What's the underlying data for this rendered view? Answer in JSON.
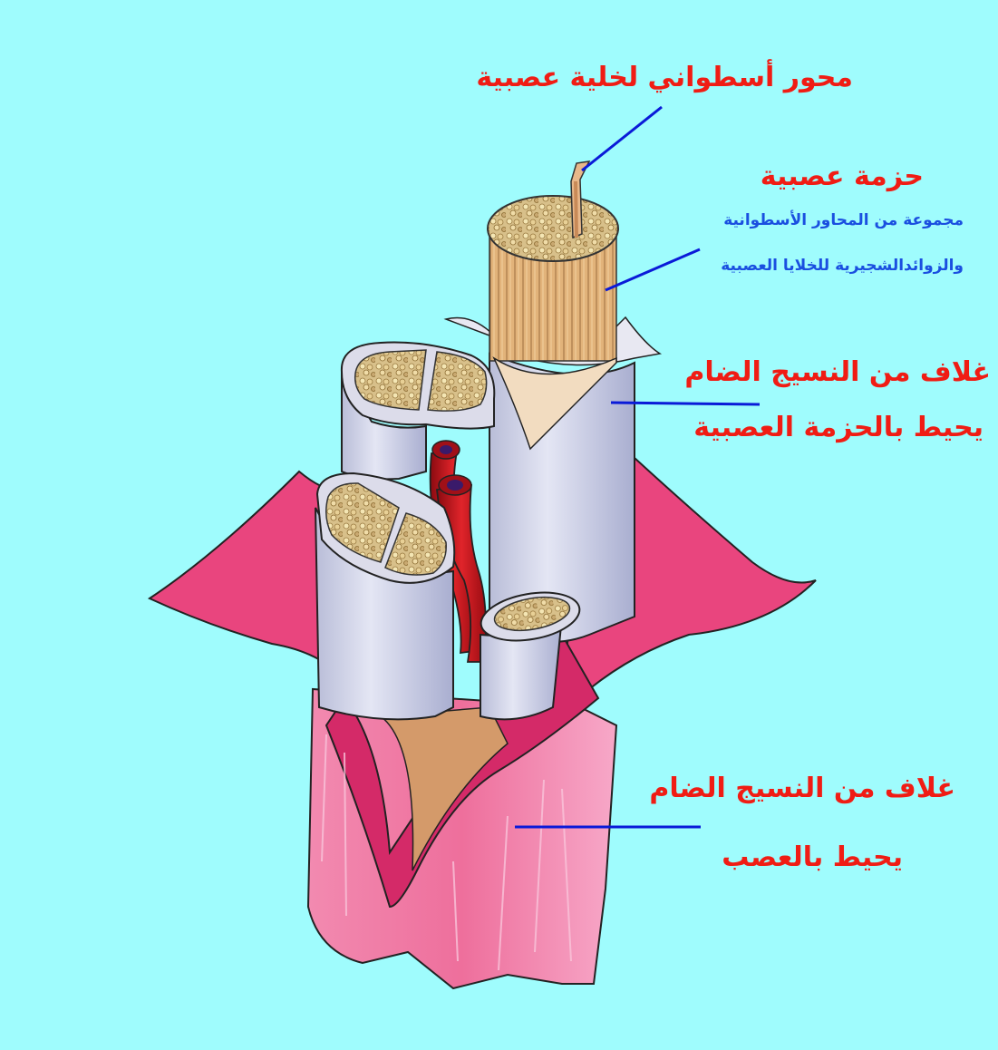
{
  "colors": {
    "background": "#9ffcfd",
    "label_red": "#f01c14",
    "label_blue": "#1a4fe0",
    "pointer_line": "#0a1ad8",
    "epineurium_pink": "#ee6f9c",
    "perineurium_grey": "#c6cbe6",
    "vessel_red": "#c8121a",
    "axon_tan": "#e2b37a"
  },
  "labels": {
    "axon": "محور أسطواني لخلية عصبية",
    "nerve_bundle": "حزمة عصبية",
    "nerve_bundle_desc_line1": "مجموعة من المحاور الأسطوانية",
    "nerve_bundle_desc_line2": "والزوائدالشجيرية للخلايا العصبية",
    "perineurium_line1": "غلاف من النسيج الضام",
    "perineurium_line2": "يحيط بالحزمة العصبية",
    "epineurium_line1": "غلاف من النسيج الضام",
    "epineurium_line2": "يحيط بالعصب"
  }
}
